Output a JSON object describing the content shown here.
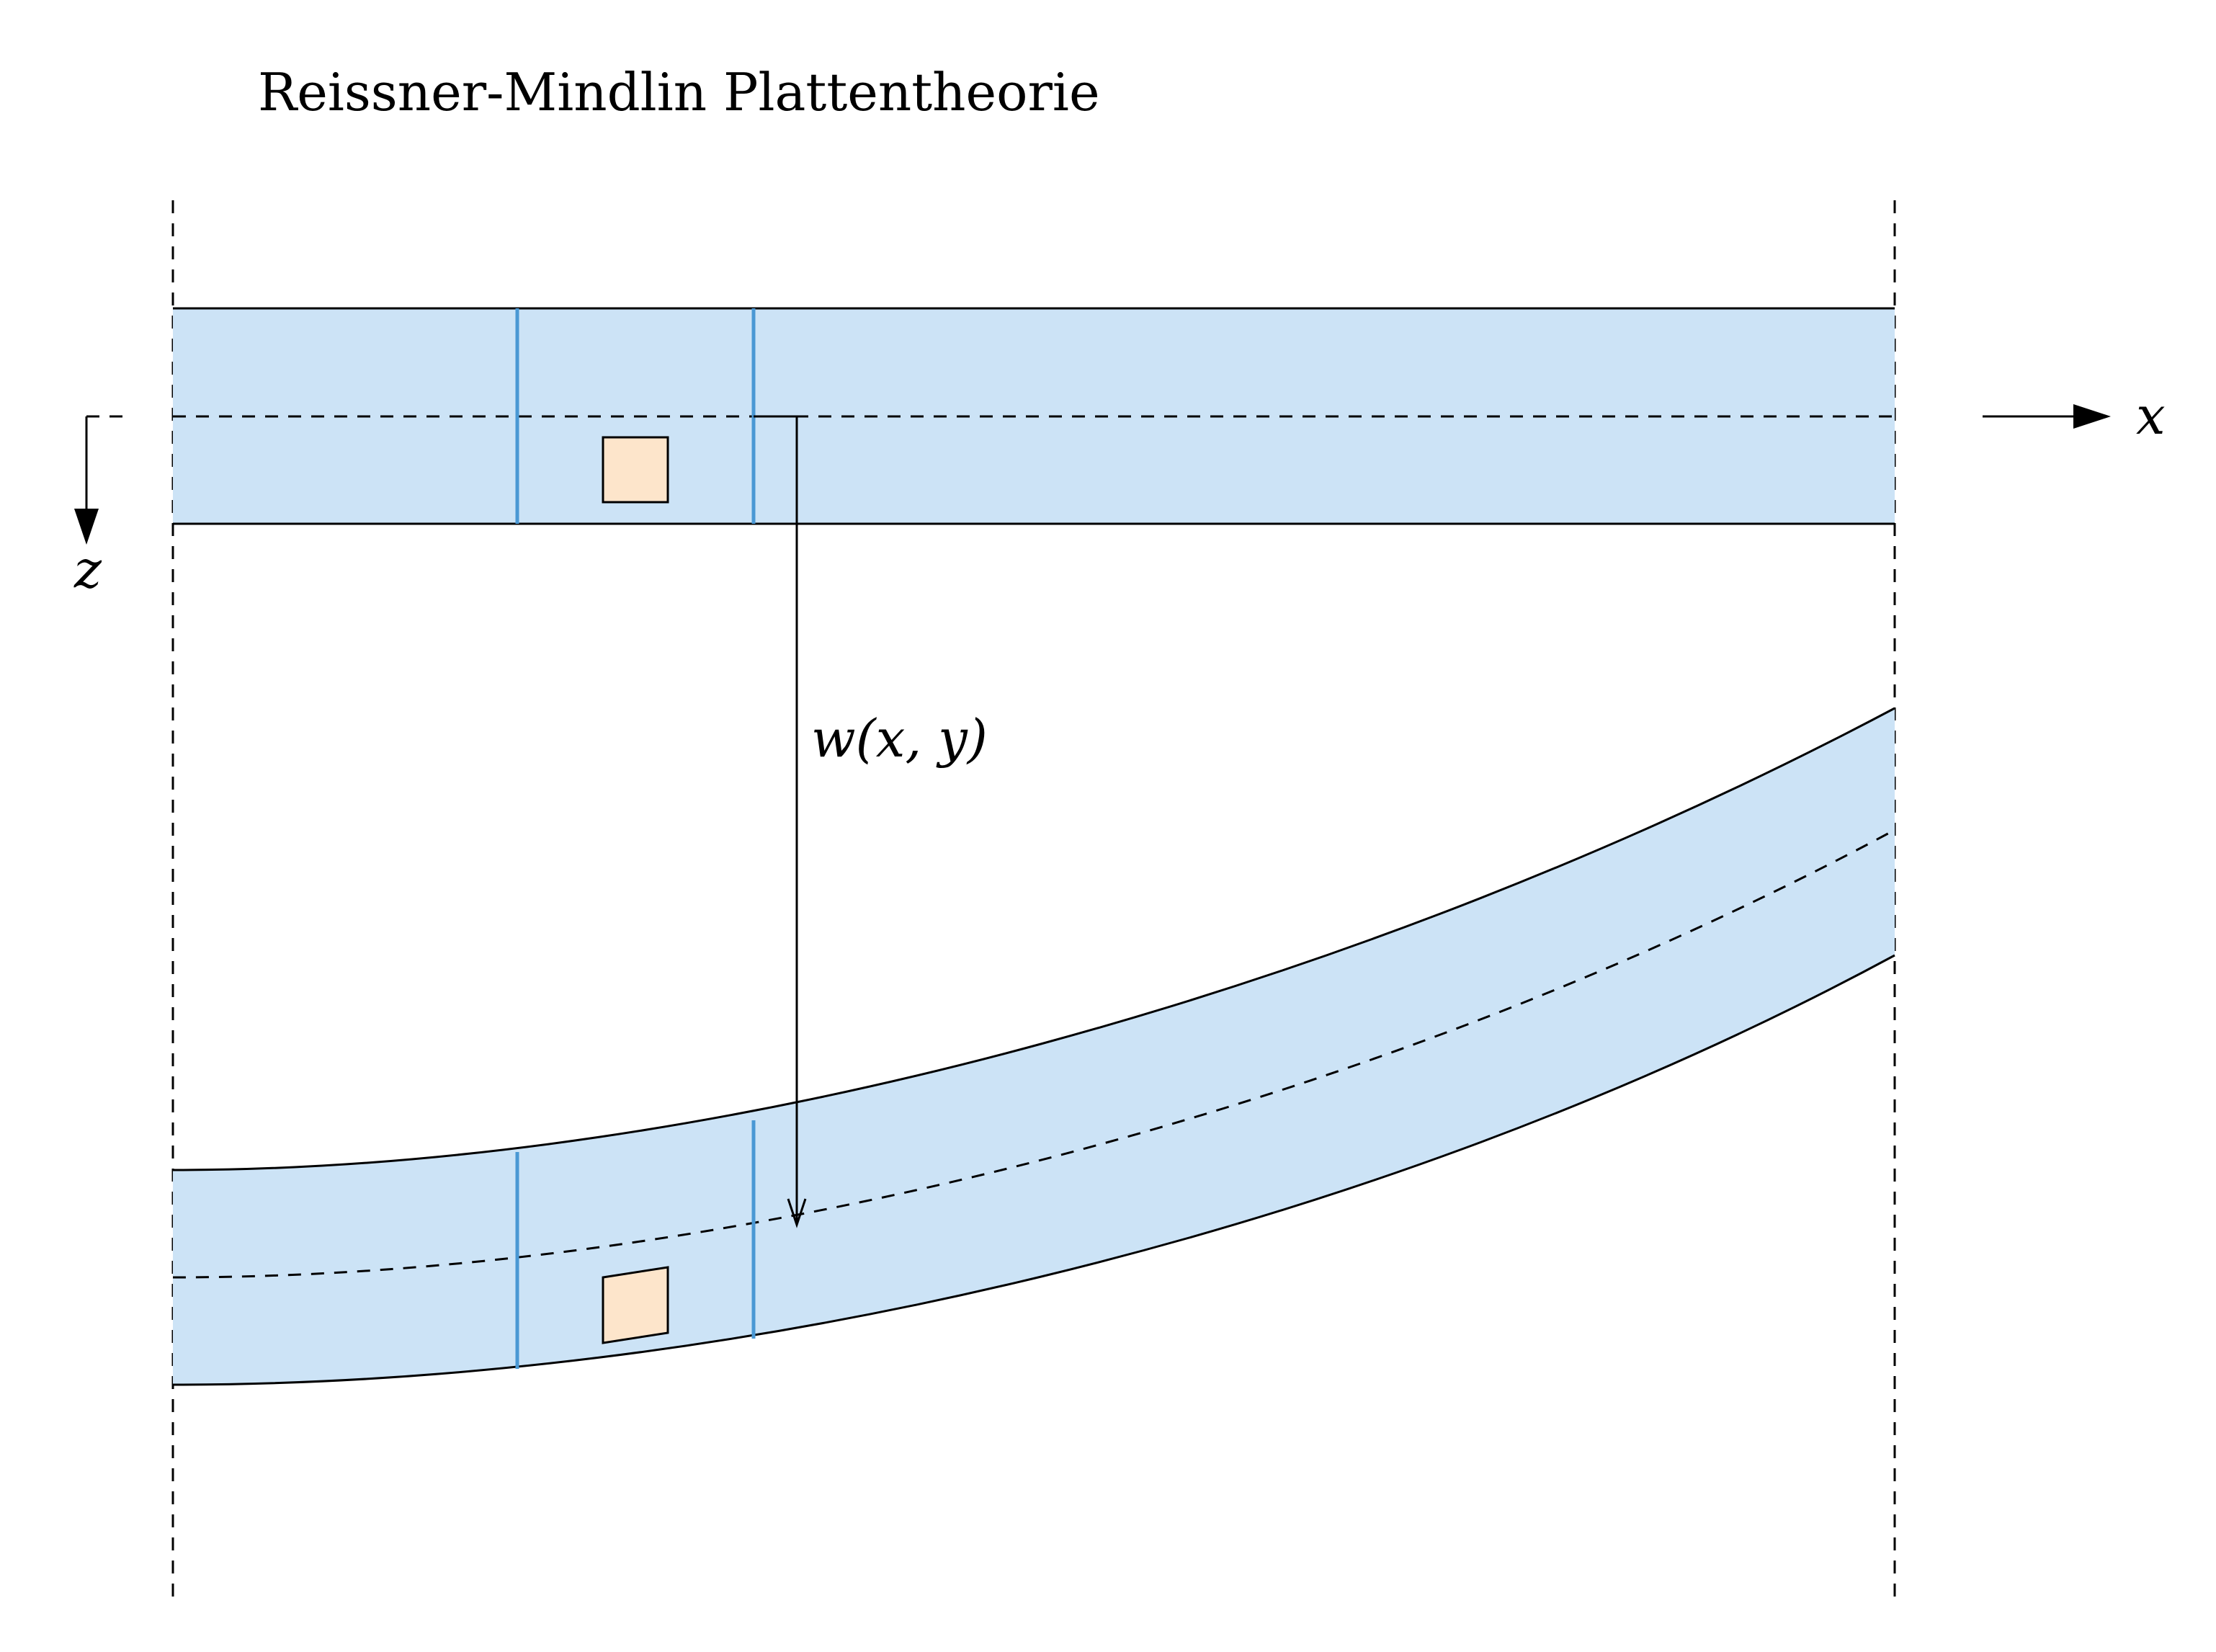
{
  "title": "Reissner-Mindlin Plattentheorie",
  "axes": {
    "x_label": "x",
    "z_label": "z"
  },
  "deflection_label": "w(x, y)",
  "colors": {
    "plate_fill": "#cce3f6",
    "normal_line": "#4a98d4",
    "element_fill": "#fde5cb",
    "stroke": "#000000"
  }
}
